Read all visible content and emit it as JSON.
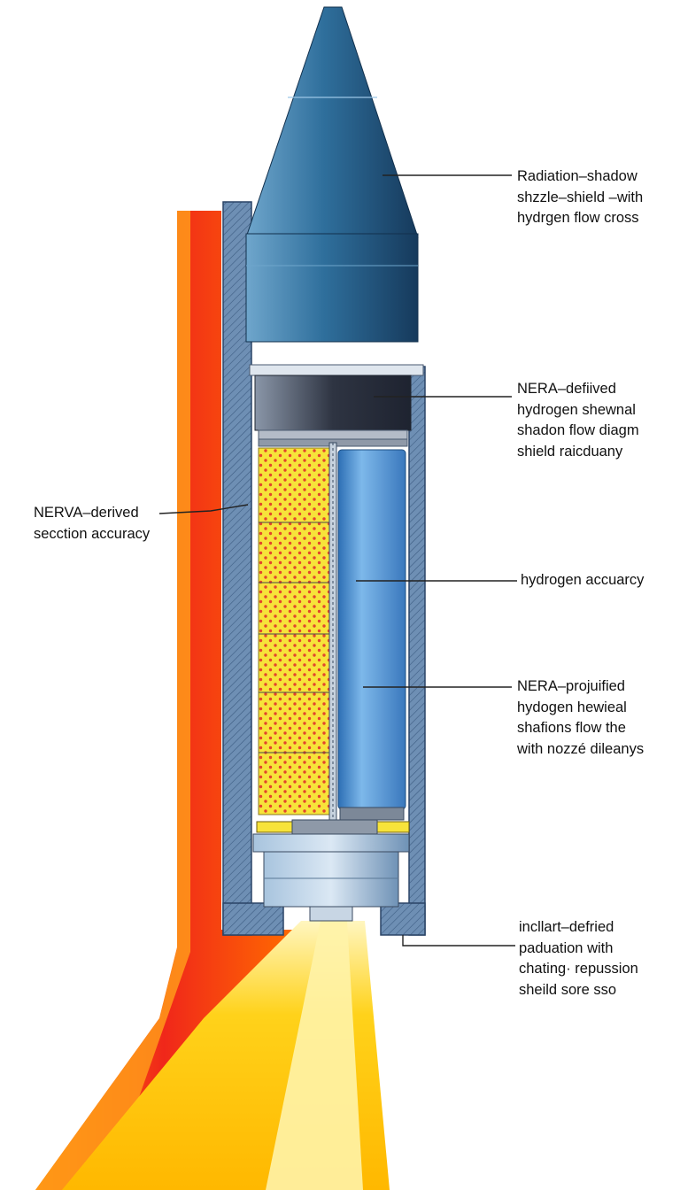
{
  "colors": {
    "background": "#ffffff",
    "casing": "#5a7fa8",
    "nose_cone": "#2f6f9c",
    "fuel_yellow": "#f7e33a",
    "fuel_dots": "#e2452c",
    "hydrogen_blue": "#4e8fd0",
    "exhaust_red": "#f0271a",
    "exhaust_yellow": "#ffd21a",
    "label_text": "#111111"
  },
  "labels": {
    "nose_shield": [
      "Radiation–shadow",
      "shzzle–shield –with",
      "hydrgen flow cross"
    ],
    "upper_chamber": [
      "NERA–defiived",
      "hydrogen shewnal",
      "shadon flow diagm",
      "shield raicduany"
    ],
    "left_section": [
      "NERVA–derived",
      "secction accuracy"
    ],
    "hydrogen_mid": [
      "hydrogen accuarcy"
    ],
    "lower_channel": [
      "NERA–projuified",
      "hydogen hewieal",
      "shafions flow the",
      "with nozzé dileanys"
    ],
    "nozzle_exit": [
      "incllart–defried",
      "paduation with",
      "chating· repussion",
      "sheild sore sso"
    ]
  }
}
